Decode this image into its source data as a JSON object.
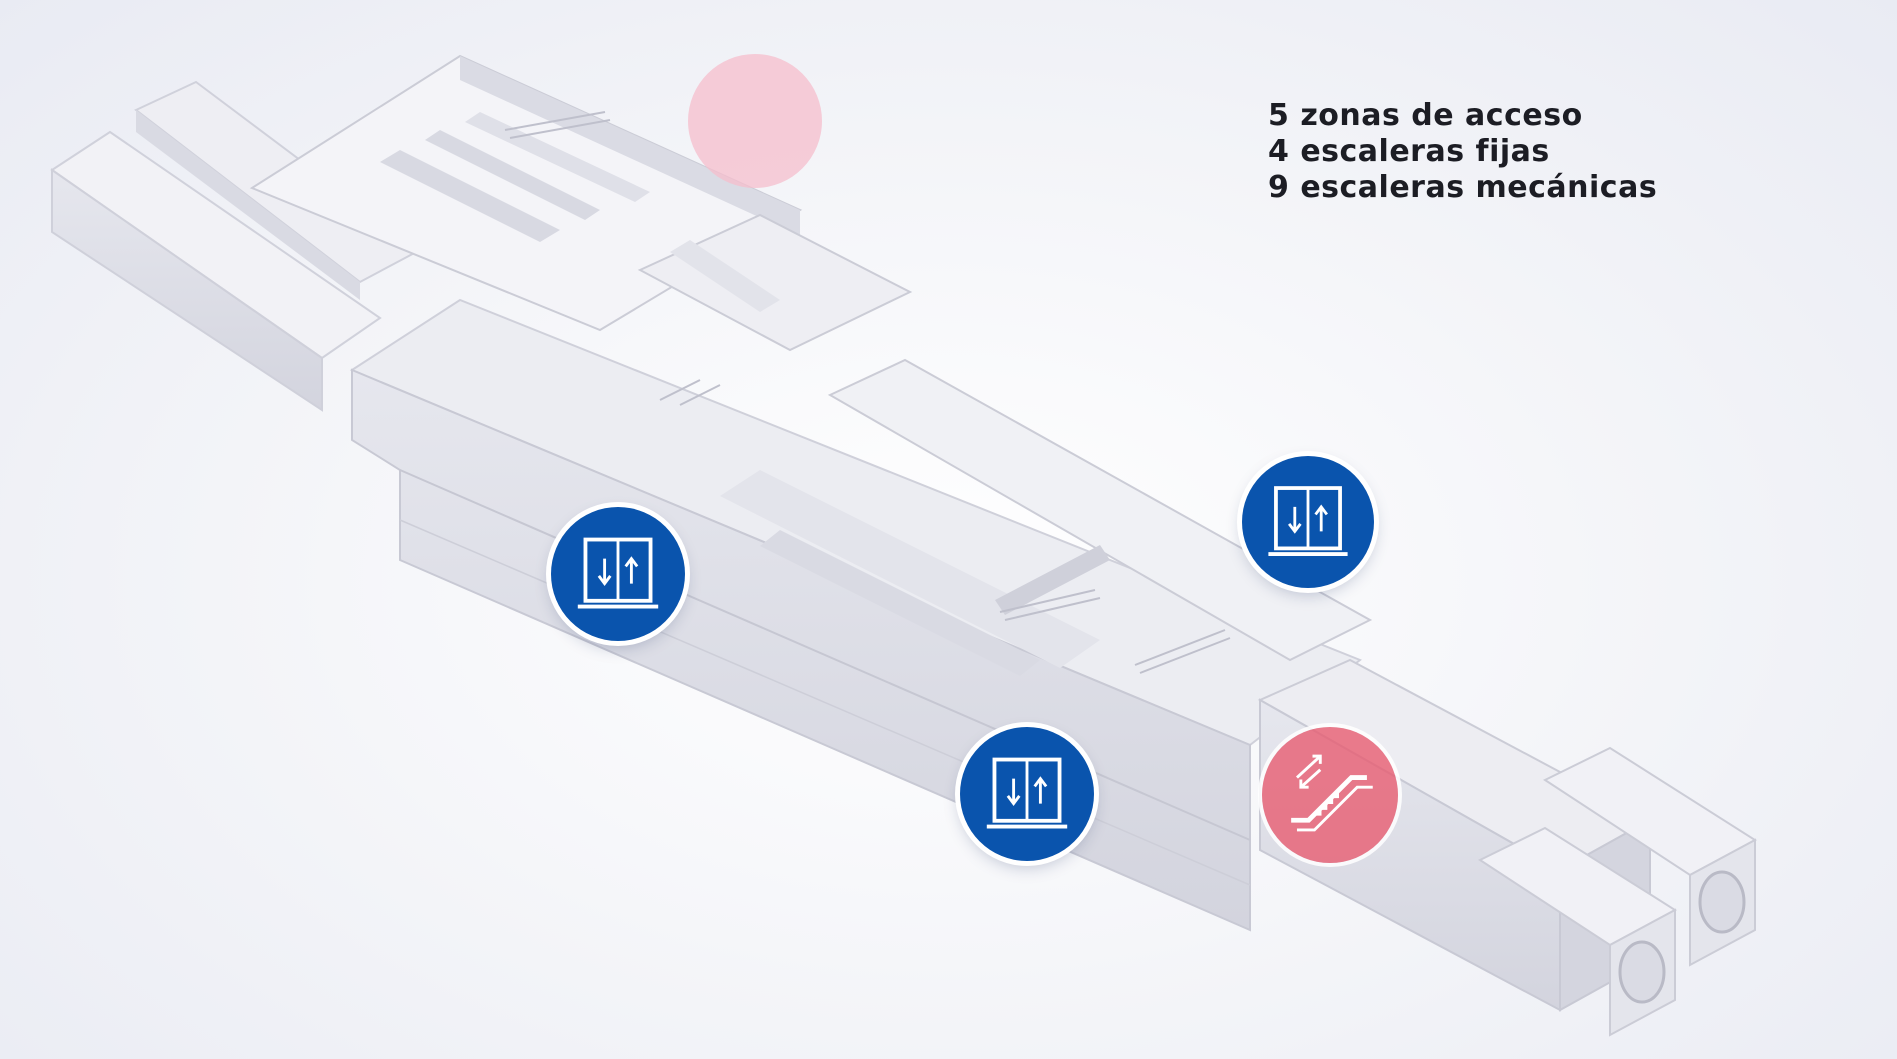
{
  "stats": [
    "5 zonas de acceso",
    "4 escaleras fijas",
    "9 escaleras mecánicas"
  ],
  "markers": [
    {
      "type": "elevator",
      "icon": "elevator-icon",
      "color": "#0a54ad"
    },
    {
      "type": "elevator",
      "icon": "elevator-icon",
      "color": "#0a54ad"
    },
    {
      "type": "elevator",
      "icon": "elevator-icon",
      "color": "#0a54ad"
    },
    {
      "type": "escalator",
      "icon": "escalator-icon",
      "color": "#e85a6e"
    },
    {
      "type": "faded-highlight",
      "icon": "",
      "color": "#f6bfcc"
    }
  ],
  "colors": {
    "structure": "#dfe0e8",
    "structure_dark": "#c9cad6",
    "background": "#f3f4f8"
  }
}
